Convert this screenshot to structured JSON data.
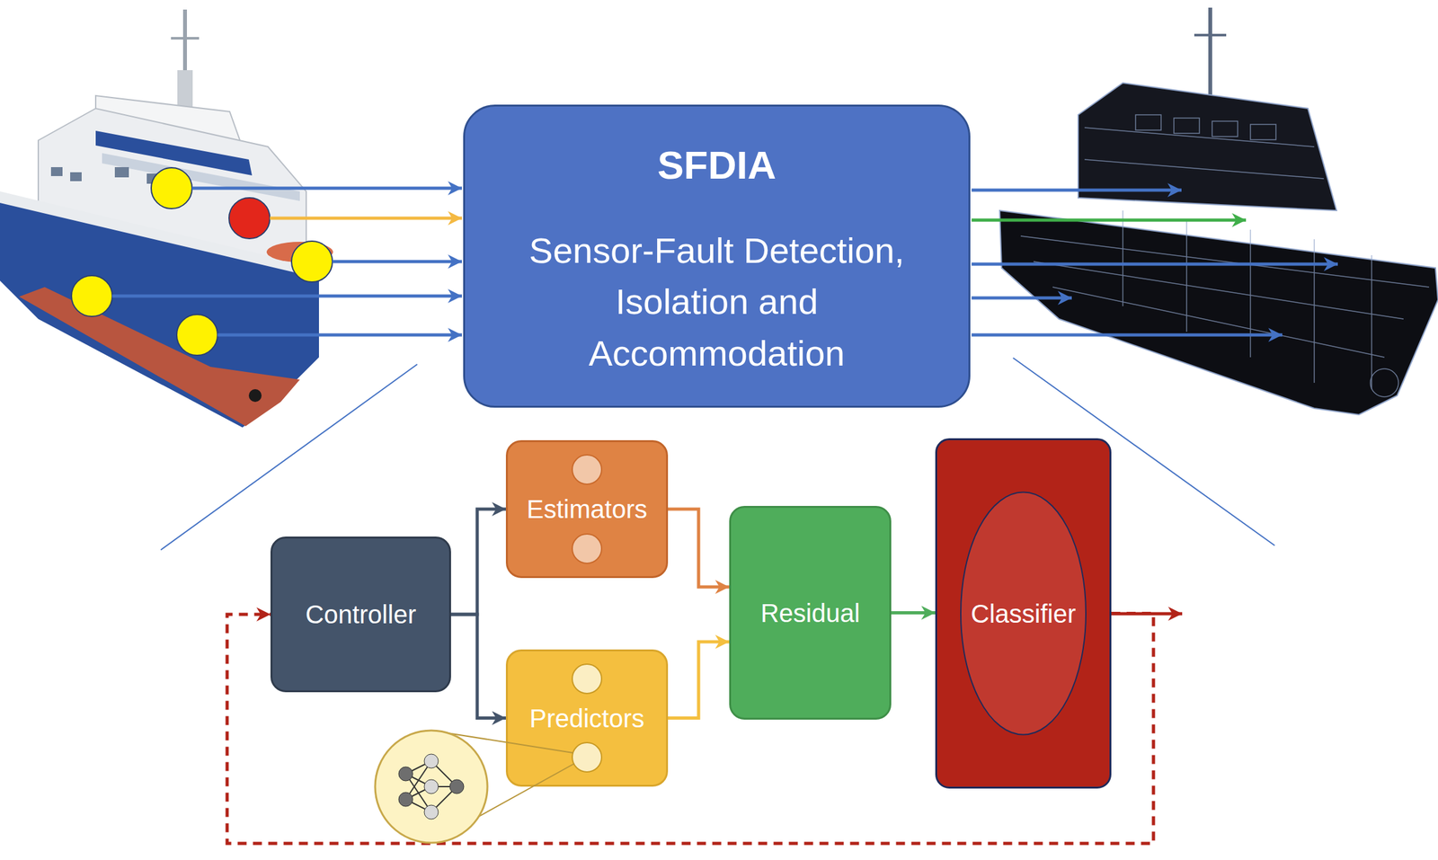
{
  "diagram": {
    "nodes": [
      {
        "text": [
          "SFDIA",
          "Sensor-Fault Detection, Isolation and Accommodation"
        ]
      },
      {
        "text": [
          "Controller"
        ]
      },
      {
        "text": [
          "Estimators"
        ]
      },
      {
        "text": [
          "Predictors"
        ]
      },
      {
        "text": [
          "Residual"
        ]
      },
      {
        "text": [
          "Classifier"
        ]
      }
    ],
    "edges": [
      {
        "from": 1,
        "to": 2,
        "arrow": "to"
      },
      {
        "from": 1,
        "to": 3,
        "arrow": "to"
      },
      {
        "from": 2,
        "to": 4,
        "arrow": "to"
      },
      {
        "from": 3,
        "to": 4,
        "arrow": "to"
      },
      {
        "from": 4,
        "to": 5,
        "arrow": "to"
      },
      {
        "from": 5,
        "to": 1,
        "arrow": "to"
      }
    ]
  }
}
